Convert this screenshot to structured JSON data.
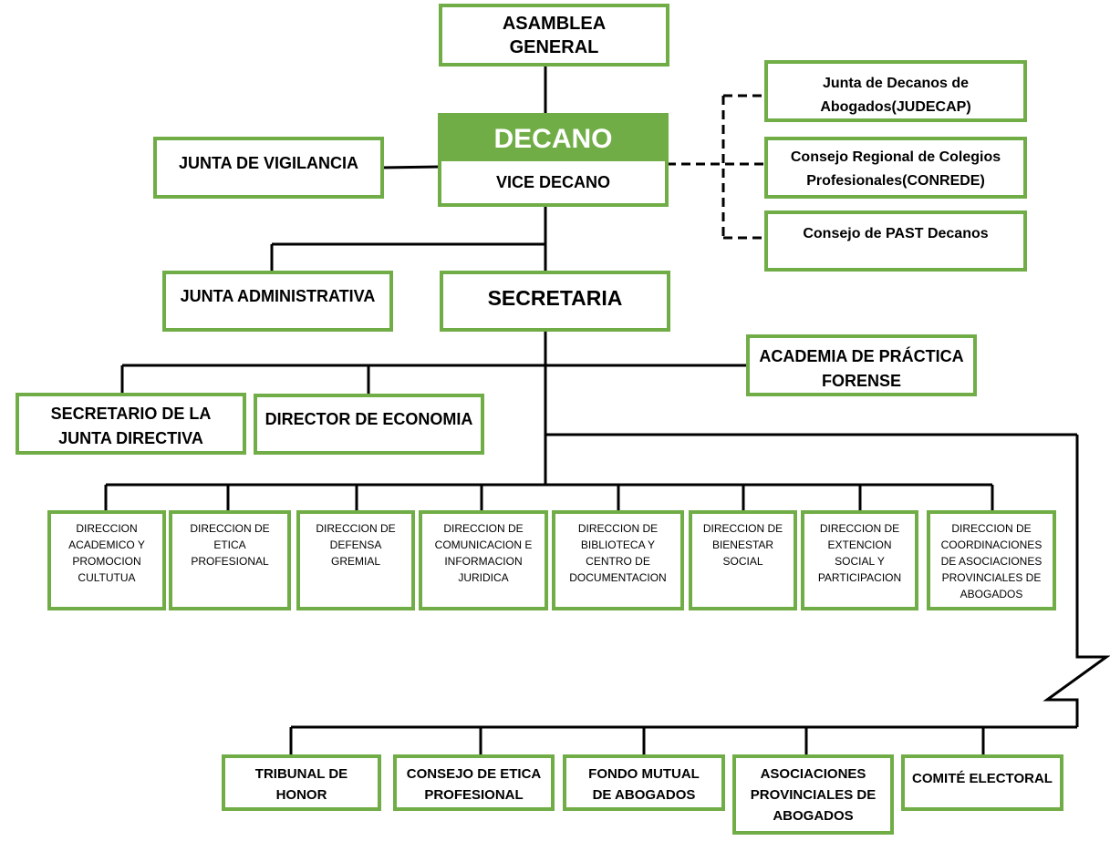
{
  "colors": {
    "box_border": "#71ad47",
    "decano_fill": "#71ad47",
    "line": "#000000"
  },
  "top": {
    "asamblea": "ASAMBLEA\nGENERAL"
  },
  "decano": {
    "title": "DECANO",
    "vice": "VICE DECANO"
  },
  "side": {
    "junta_vigilancia": "JUNTA DE VIGILANCIA",
    "junta_administrativa": "JUNTA ADMINISTRATIVA",
    "secretaria": "SECRETARIA",
    "academia": "ACADEMIA DE PRÁCTICA\nFORENSE",
    "secretario_junta": "SECRETARIO DE LA\nJUNTA DIRECTIVA",
    "director_economia": "DIRECTOR DE ECONOMIA"
  },
  "external": {
    "judecap": "Junta de Decanos de\nAbogados(JUDECAP)",
    "conrede": "Consejo Regional de Colegios\nProfesionales(CONREDE)",
    "past_decanos": "Consejo de PAST Decanos"
  },
  "direcciones": [
    "DIRECCION\nACADEMICO Y\nPROMOCION\nCULTUTUA",
    "DIRECCION DE\nETICA\nPROFESIONAL",
    "DIRECCION DE\nDEFENSA\nGREMIAL",
    "DIRECCION DE\nCOMUNICACION E\nINFORMACION\nJURIDICA",
    "DIRECCION DE\nBIBLIOTECA Y\nCENTRO DE\nDOCUMENTACION",
    "DIRECCION DE\nBIENESTAR\nSOCIAL",
    "DIRECCION DE\nEXTENCION\nSOCIAL Y\nPARTICIPACION",
    "DIRECCION DE\nCOORDINACIONES\nDE ASOCIACIONES\nPROVINCIALES DE\nABOGADOS"
  ],
  "bottom": [
    "TRIBUNAL DE\nHONOR",
    "CONSEJO DE ETICA\nPROFESIONAL",
    "FONDO MUTUAL\nDE ABOGADOS",
    "ASOCIACIONES\nPROVINCIALES DE\nABOGADOS",
    "COMITÉ ELECTORAL"
  ]
}
